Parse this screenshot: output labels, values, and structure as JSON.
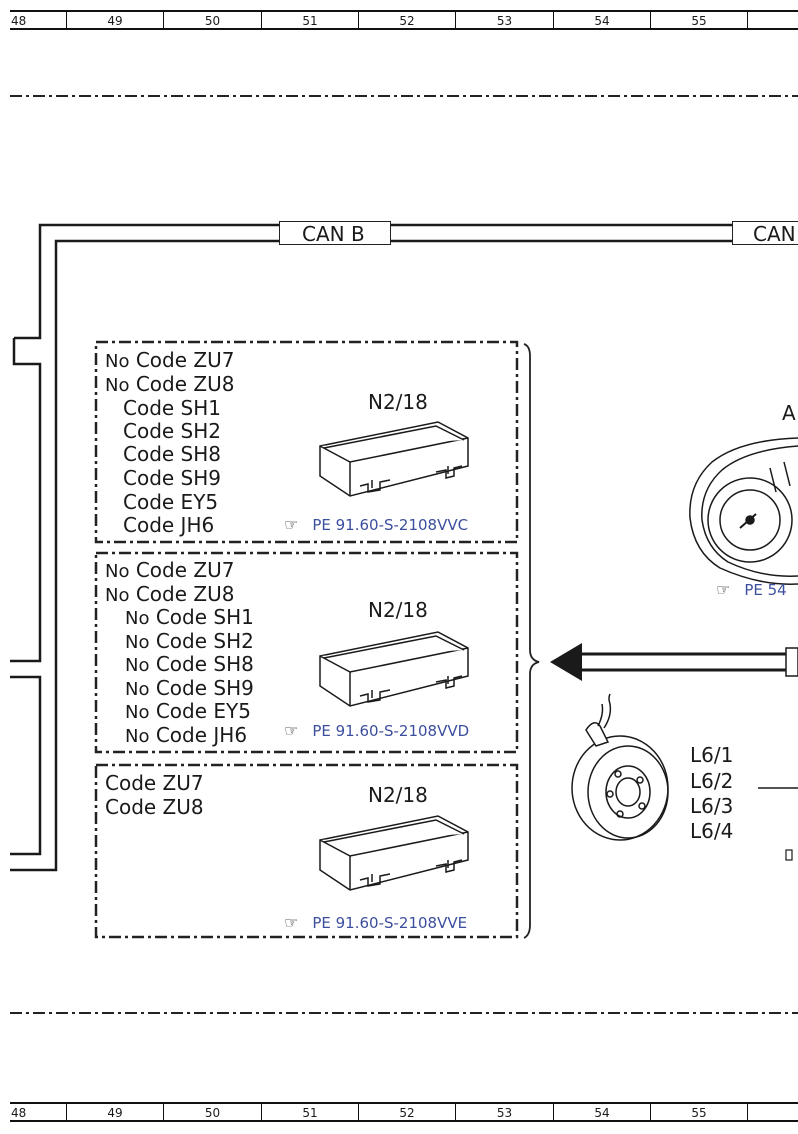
{
  "ruler_numbers": [
    "48",
    "49",
    "50",
    "51",
    "52",
    "53",
    "54",
    "55"
  ],
  "can_bus": {
    "left_label": "CAN B",
    "right_label": "CAN"
  },
  "panels": [
    {
      "lines": [
        {
          "no": "No",
          "code": "Code ZU7"
        },
        {
          "no": "No",
          "code": "Code ZU8"
        },
        {
          "no": "",
          "code": "Code SH1"
        },
        {
          "no": "",
          "code": "Code SH2"
        },
        {
          "no": "",
          "code": "Code SH8"
        },
        {
          "no": "",
          "code": "Code SH9"
        },
        {
          "no": "",
          "code": "Code EY5"
        },
        {
          "no": "",
          "code": "Code JH6"
        }
      ],
      "component": "N2/18",
      "reference": "PE 91.60-S-2108VVC"
    },
    {
      "lines": [
        {
          "no": "No",
          "code": "Code ZU7"
        },
        {
          "no": "No",
          "code": "Code ZU8"
        },
        {
          "no": "No",
          "code": "Code SH1"
        },
        {
          "no": "No",
          "code": "Code SH2"
        },
        {
          "no": "No",
          "code": "Code SH8"
        },
        {
          "no": "No",
          "code": "Code SH9"
        },
        {
          "no": "No",
          "code": "Code EY5"
        },
        {
          "no": "No",
          "code": "Code JH6"
        }
      ],
      "component": "N2/18",
      "reference": "PE 91.60-S-2108VVD"
    },
    {
      "lines": [
        {
          "no": "",
          "code": "Code ZU7"
        },
        {
          "no": "",
          "code": "Code ZU8"
        }
      ],
      "component": "N2/18",
      "reference": "PE 91.60-S-2108VVE"
    }
  ],
  "right_side": {
    "cluster_label_partial": "A",
    "cluster_reference_partial": "PE 54",
    "sensor_labels": [
      "L6/1",
      "L6/2",
      "L6/3",
      "L6/4"
    ]
  },
  "icons": {
    "reference": "pointing-hand-icon"
  },
  "colors": {
    "reference_text": "#3c4f9e",
    "lines": "#1a1a1a"
  }
}
